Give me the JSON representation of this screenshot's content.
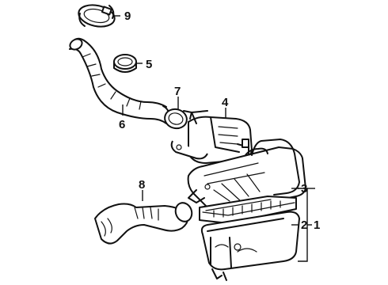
{
  "callouts": {
    "c1": "1",
    "c2": "2",
    "c3": "3",
    "c4": "4",
    "c5": "5",
    "c6": "6",
    "c7": "7",
    "c8": "8",
    "c9": "9"
  },
  "parts": [
    {
      "id": "9",
      "icon": "hose-clamp"
    },
    {
      "id": "5",
      "icon": "band-clamp"
    },
    {
      "id": "6",
      "icon": "intake-hose"
    },
    {
      "id": "7",
      "icon": "hose-clamp"
    },
    {
      "id": "4",
      "icon": "air-flow-meter"
    },
    {
      "id": "3",
      "icon": "air-cleaner-cap"
    },
    {
      "id": "2",
      "icon": "air-filter-element"
    },
    {
      "id": "1",
      "icon": "air-cleaner-case"
    },
    {
      "id": "8",
      "icon": "inlet-duct"
    }
  ]
}
